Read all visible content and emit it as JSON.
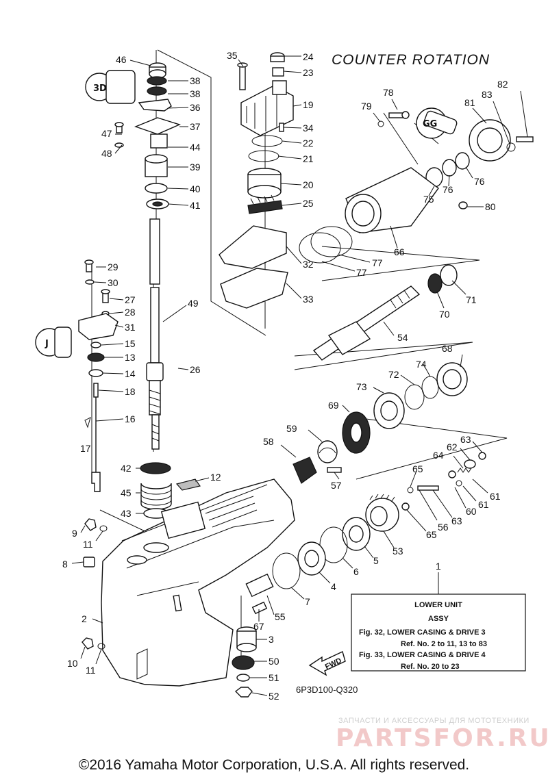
{
  "header": {
    "title": "COUNTER ROTATION"
  },
  "callouts": [
    {
      "id": "c46",
      "text": "46"
    },
    {
      "id": "c38a",
      "text": "38"
    },
    {
      "id": "c38b",
      "text": "38"
    },
    {
      "id": "c36",
      "text": "36"
    },
    {
      "id": "c47",
      "text": "47"
    },
    {
      "id": "c37",
      "text": "37"
    },
    {
      "id": "c48",
      "text": "48"
    },
    {
      "id": "c44",
      "text": "44"
    },
    {
      "id": "c39",
      "text": "39"
    },
    {
      "id": "c40",
      "text": "40"
    },
    {
      "id": "c41",
      "text": "41"
    },
    {
      "id": "c29",
      "text": "29"
    },
    {
      "id": "c30",
      "text": "30"
    },
    {
      "id": "c27",
      "text": "27"
    },
    {
      "id": "c28",
      "text": "28"
    },
    {
      "id": "c31",
      "text": "31"
    },
    {
      "id": "c15",
      "text": "15"
    },
    {
      "id": "c13",
      "text": "13"
    },
    {
      "id": "c14",
      "text": "14"
    },
    {
      "id": "c18",
      "text": "18"
    },
    {
      "id": "c16",
      "text": "16"
    },
    {
      "id": "c17",
      "text": "17"
    },
    {
      "id": "c49",
      "text": "49"
    },
    {
      "id": "c26",
      "text": "26"
    },
    {
      "id": "c42",
      "text": "42"
    },
    {
      "id": "c45",
      "text": "45"
    },
    {
      "id": "c43",
      "text": "43"
    },
    {
      "id": "c12",
      "text": "12"
    },
    {
      "id": "c9",
      "text": "9"
    },
    {
      "id": "c11a",
      "text": "11"
    },
    {
      "id": "c8",
      "text": "8"
    },
    {
      "id": "c2",
      "text": "2"
    },
    {
      "id": "c10",
      "text": "10"
    },
    {
      "id": "c11b",
      "text": "11"
    },
    {
      "id": "c35",
      "text": "35"
    },
    {
      "id": "c24",
      "text": "24"
    },
    {
      "id": "c23",
      "text": "23"
    },
    {
      "id": "c19",
      "text": "19"
    },
    {
      "id": "c34",
      "text": "34"
    },
    {
      "id": "c22",
      "text": "22"
    },
    {
      "id": "c21",
      "text": "21"
    },
    {
      "id": "c20",
      "text": "20"
    },
    {
      "id": "c25",
      "text": "25"
    },
    {
      "id": "c32",
      "text": "32"
    },
    {
      "id": "c33",
      "text": "33"
    },
    {
      "id": "c78",
      "text": "78"
    },
    {
      "id": "c82",
      "text": "82"
    },
    {
      "id": "c79",
      "text": "79"
    },
    {
      "id": "c83",
      "text": "83"
    },
    {
      "id": "c81",
      "text": "81"
    },
    {
      "id": "c76a",
      "text": "76"
    },
    {
      "id": "c76b",
      "text": "76"
    },
    {
      "id": "c75",
      "text": "75"
    },
    {
      "id": "c80",
      "text": "80"
    },
    {
      "id": "c66",
      "text": "66"
    },
    {
      "id": "c77a",
      "text": "77"
    },
    {
      "id": "c77b",
      "text": "77"
    },
    {
      "id": "c71",
      "text": "71"
    },
    {
      "id": "c70",
      "text": "70"
    },
    {
      "id": "c54",
      "text": "54"
    },
    {
      "id": "c68",
      "text": "68"
    },
    {
      "id": "c74",
      "text": "74"
    },
    {
      "id": "c72",
      "text": "72"
    },
    {
      "id": "c73",
      "text": "73"
    },
    {
      "id": "c69",
      "text": "69"
    },
    {
      "id": "c59",
      "text": "59"
    },
    {
      "id": "c58",
      "text": "58"
    },
    {
      "id": "c57",
      "text": "57"
    },
    {
      "id": "c63a",
      "text": "63"
    },
    {
      "id": "c62",
      "text": "62"
    },
    {
      "id": "c64",
      "text": "64"
    },
    {
      "id": "c65a",
      "text": "65"
    },
    {
      "id": "c61a",
      "text": "61"
    },
    {
      "id": "c61b",
      "text": "61"
    },
    {
      "id": "c60",
      "text": "60"
    },
    {
      "id": "c63b",
      "text": "63"
    },
    {
      "id": "c56",
      "text": "56"
    },
    {
      "id": "c65b",
      "text": "65"
    },
    {
      "id": "c53",
      "text": "53"
    },
    {
      "id": "c5",
      "text": "5"
    },
    {
      "id": "c6",
      "text": "6"
    },
    {
      "id": "c4",
      "text": "4"
    },
    {
      "id": "c7",
      "text": "7"
    },
    {
      "id": "c55",
      "text": "55"
    },
    {
      "id": "c67",
      "text": "67"
    },
    {
      "id": "c3",
      "text": "3"
    },
    {
      "id": "c50",
      "text": "50"
    },
    {
      "id": "c51",
      "text": "51"
    },
    {
      "id": "c52",
      "text": "52"
    },
    {
      "id": "c1",
      "text": "1"
    }
  ],
  "info_box": {
    "line1": "LOWER UNIT",
    "line2": "ASSY",
    "line3": "Fig. 32, LOWER CASING & DRIVE  3",
    "line4": "Ref. No. 2 to 11, 13 to 83",
    "line5": "Fig. 33, LOWER CASING & DRIVE  4",
    "line6": "Ref. No. 20 to 23"
  },
  "fwd_label": "FWD",
  "diagram_code": "6P3D100-Q320",
  "watermark": {
    "small": "ЗАПЧАСТИ И АКСЕССУАРЫ ДЛЯ МОТОТЕХНИКИ",
    "big": "PARTSFOR.RU"
  },
  "lubricant_icon_labels": [
    "3D",
    "J",
    "GG"
  ],
  "footer": {
    "copyright": "©2016 Yamaha Motor Corporation, U.S.A. All rights reserved."
  }
}
